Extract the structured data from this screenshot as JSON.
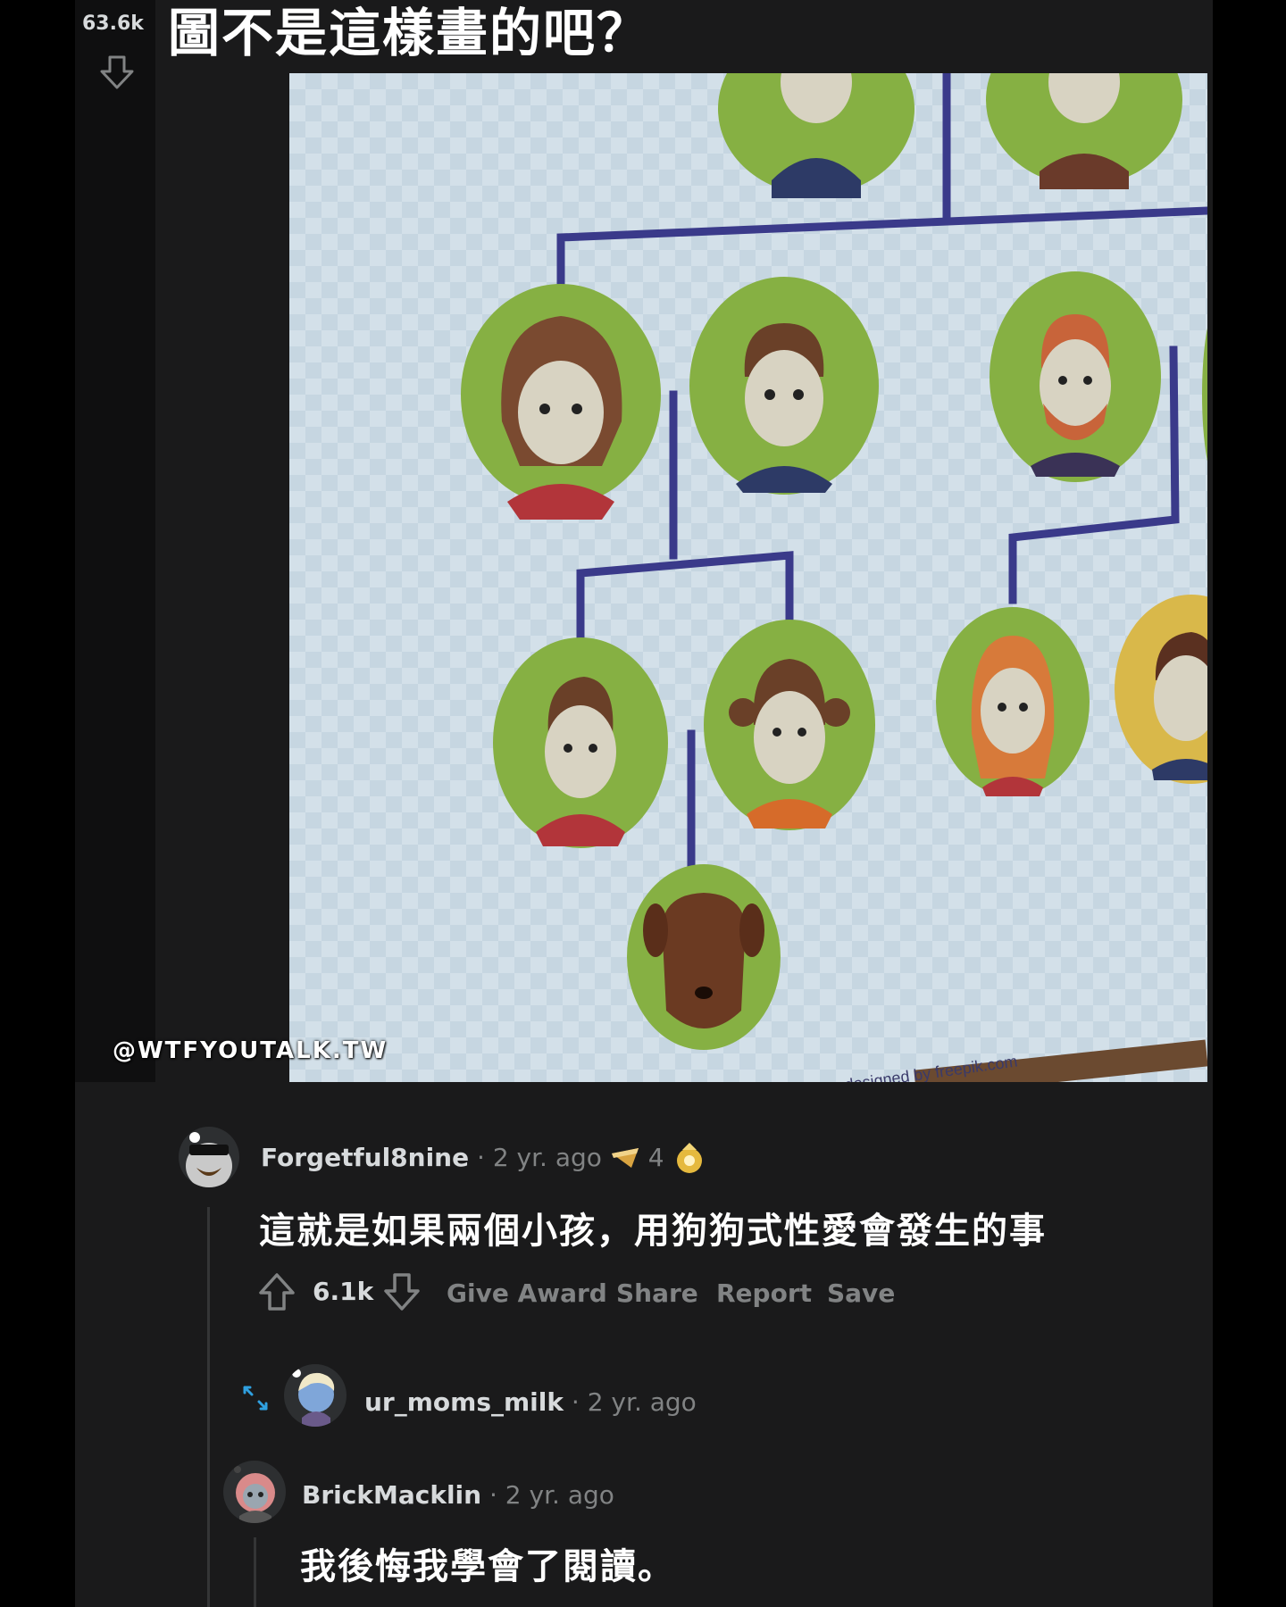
{
  "post": {
    "score": "63.6k",
    "title": "圖不是這樣畫的吧？",
    "watermark": "@WTFYOUTALK.TW",
    "image_credit": "designed by freepik.com"
  },
  "comments": [
    {
      "author": "Forgetful8nine",
      "separator": "·",
      "time": "2 yr. ago",
      "award_count": "4",
      "body": "這就是如果兩個小孩，用狗狗式性愛會發生的事",
      "votes": "6.1k",
      "actions": [
        "Give Award",
        "Share",
        "Report",
        "Save"
      ]
    },
    {
      "author": "ur_moms_milk",
      "separator": "·",
      "time": "2 yr. ago",
      "collapsed": true
    },
    {
      "author": "BrickMacklin",
      "separator": "·",
      "time": "2 yr. ago",
      "body": "我後悔我學會了閱讀。"
    }
  ],
  "colors": {
    "panel": "#1a1a1b",
    "text": "#d7dadc",
    "muted": "#818384",
    "image_bg": "#c9d8e2",
    "line": "#3a3a8a",
    "portrait_green": "#86b043",
    "portrait_yellow": "#d9b84a"
  }
}
